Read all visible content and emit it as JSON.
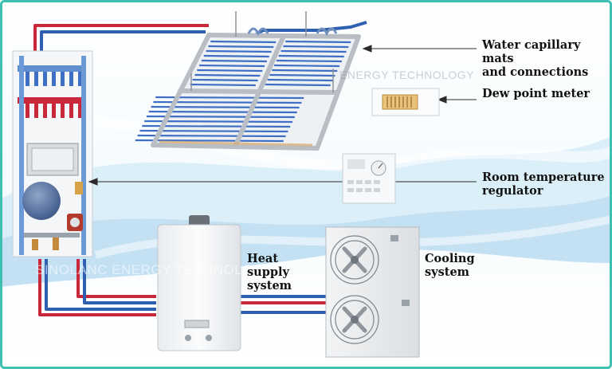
{
  "labels": {
    "capillary_mats_line1": "Water capillary",
    "capillary_mats_line2": "mats",
    "capillary_mats_line3": "and connections",
    "dew_point_meter": "Dew point meter",
    "room_regulator_line1": "Room temperature",
    "room_regulator_line2": "regulator",
    "heat_supply_line1": "Heat",
    "heat_supply_line2": "supply",
    "heat_supply_line3": "system",
    "cooling_line1": "Cooling",
    "cooling_line2": "system"
  },
  "watermarks": {
    "top": "ENERGY TECHNOLOGY",
    "bottom": "SINOLANC ENERGY TECHNOLOGY"
  },
  "colors": {
    "frame_border": "#3fbfb0",
    "supply_pipe": "#c8283a",
    "return_pipe": "#2f5fb0",
    "mat_tube": "#3f6fc4",
    "wave_blue": "#cfe8f7"
  }
}
